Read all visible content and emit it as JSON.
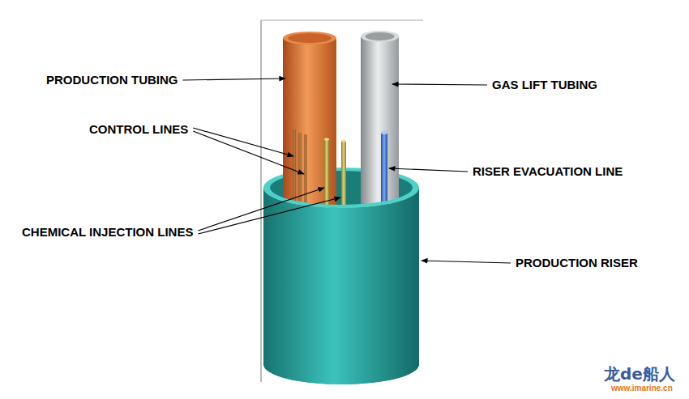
{
  "diagram": {
    "labels": [
      "PRODUCTION TUBING",
      "CONTROL LINES",
      "CHEMICAL INJECTION LINES",
      "GAS LIFT TUBING",
      "RISER EVACUATION LINE",
      "PRODUCTION RISER",
      "龙de船人",
      "www.imarine.cn"
    ]
  }
}
